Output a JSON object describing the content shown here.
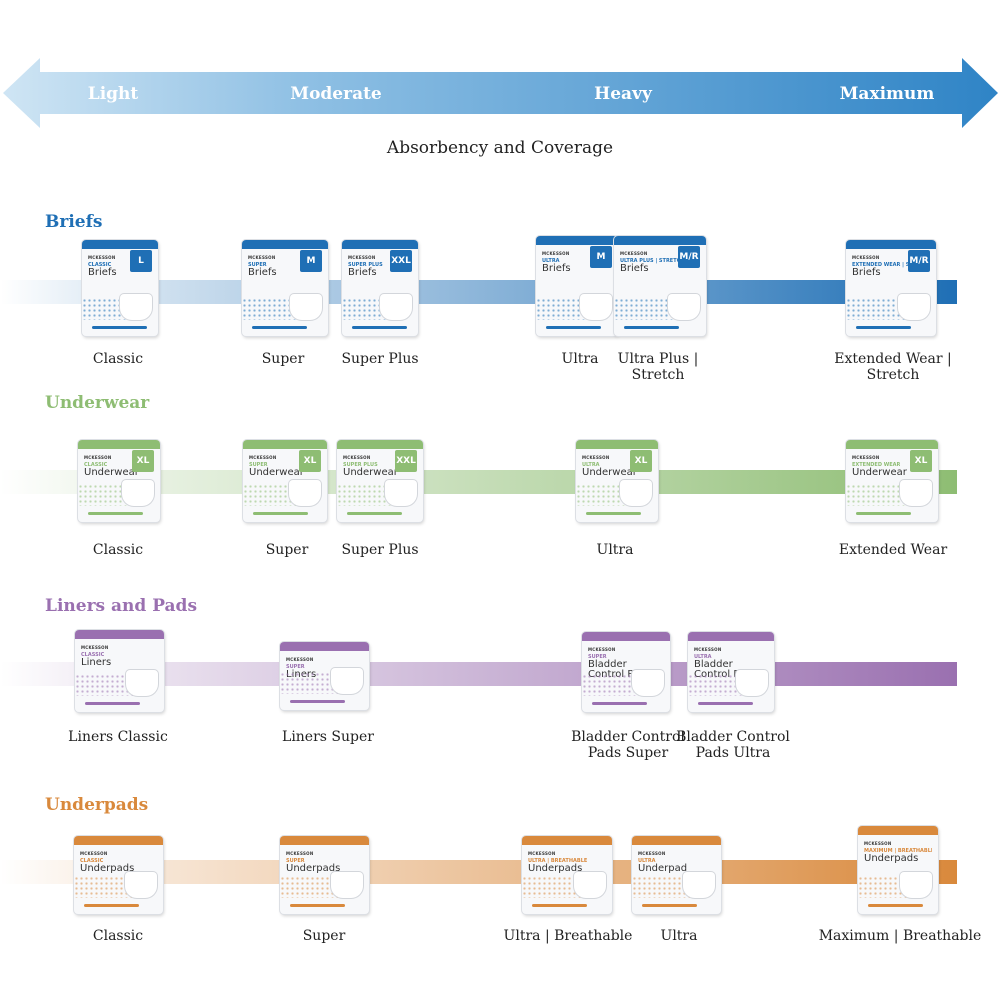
{
  "scale": {
    "labels": [
      "Light",
      "Moderate",
      "Heavy",
      "Maximum"
    ],
    "title": "Absorbency and Coverage"
  },
  "colors": {
    "briefs": "#1f6fb5",
    "underwear": "#8ebd73",
    "liners": "#9a70b0",
    "underpads": "#d9893c",
    "arrow_light": "#c9e2f3",
    "arrow_dark": "#2f84c6"
  },
  "categories": [
    {
      "name": "Briefs",
      "color": "#1f6fb5",
      "products": [
        {
          "label": "Classic",
          "tier": "Classic",
          "product": "Briefs",
          "size": "L",
          "brand": "MCKESSON"
        },
        {
          "label": "Super",
          "tier": "Super",
          "product": "Briefs",
          "size": "M",
          "brand": "MCKESSON"
        },
        {
          "label": "Super Plus",
          "tier": "Super Plus",
          "product": "Briefs",
          "size": "XXL",
          "brand": "MCKESSON"
        },
        {
          "label": "Ultra",
          "tier": "Ultra",
          "product": "Briefs",
          "size": "M",
          "brand": "MCKESSON"
        },
        {
          "label": "Ultra Plus |\nStretch",
          "tier": "Ultra Plus | Stretch",
          "product": "Briefs",
          "size": "M/R",
          "brand": "MCKESSON"
        },
        {
          "label": "Extended Wear | Stretch",
          "tier": "Extended Wear | Stretch",
          "product": "Briefs",
          "size": "M/R",
          "brand": "MCKESSON"
        }
      ]
    },
    {
      "name": "Underwear",
      "color": "#8ebd73",
      "products": [
        {
          "label": "Classic",
          "tier": "Classic",
          "product": "Underwear",
          "size": "XL",
          "brand": "MCKESSON"
        },
        {
          "label": "Super",
          "tier": "Super",
          "product": "Underwear",
          "size": "XL",
          "brand": "MCKESSON"
        },
        {
          "label": "Super Plus",
          "tier": "Super Plus",
          "product": "Underwear",
          "size": "XXL",
          "brand": "MCKESSON"
        },
        {
          "label": "Ultra",
          "tier": "Ultra",
          "product": "Underwear",
          "size": "XL",
          "brand": "MCKESSON"
        },
        {
          "label": "Extended Wear",
          "tier": "Extended Wear",
          "product": "Underwear",
          "size": "XL",
          "brand": "MCKESSON"
        }
      ]
    },
    {
      "name": "Liners and Pads",
      "color": "#9a70b0",
      "products": [
        {
          "label": "Liners Classic",
          "tier": "Classic",
          "product": "Liners",
          "size": "",
          "brand": "MCKESSON"
        },
        {
          "label": "Liners Super",
          "tier": "Super",
          "product": "Liners",
          "size": "",
          "brand": "MCKESSON"
        },
        {
          "label": "Bladder Control\nPads Super",
          "tier": "Super",
          "product": "Bladder Control Pads",
          "size": "",
          "brand": "MCKESSON"
        },
        {
          "label": "Bladder Control\nPads Ultra",
          "tier": "Ultra",
          "product": "Bladder Control Pad",
          "size": "",
          "brand": "MCKESSON"
        }
      ]
    },
    {
      "name": "Underpads",
      "color": "#d9893c",
      "products": [
        {
          "label": "Classic",
          "tier": "Classic",
          "product": "Underpads",
          "size": "",
          "brand": "MCKESSON"
        },
        {
          "label": "Super",
          "tier": "Super",
          "product": "Underpads",
          "size": "",
          "brand": "MCKESSON"
        },
        {
          "label": "Ultra | Breathable",
          "tier": "Ultra | Breathable",
          "product": "Underpads",
          "size": "",
          "brand": "MCKESSON"
        },
        {
          "label": "Ultra",
          "tier": "Ultra",
          "product": "Underpad",
          "size": "",
          "brand": "MCKESSON"
        },
        {
          "label": "Maximum | Breathable",
          "tier": "Maximum | Breathable",
          "product": "Underpads",
          "size": "",
          "brand": "MCKESSON"
        }
      ]
    }
  ]
}
